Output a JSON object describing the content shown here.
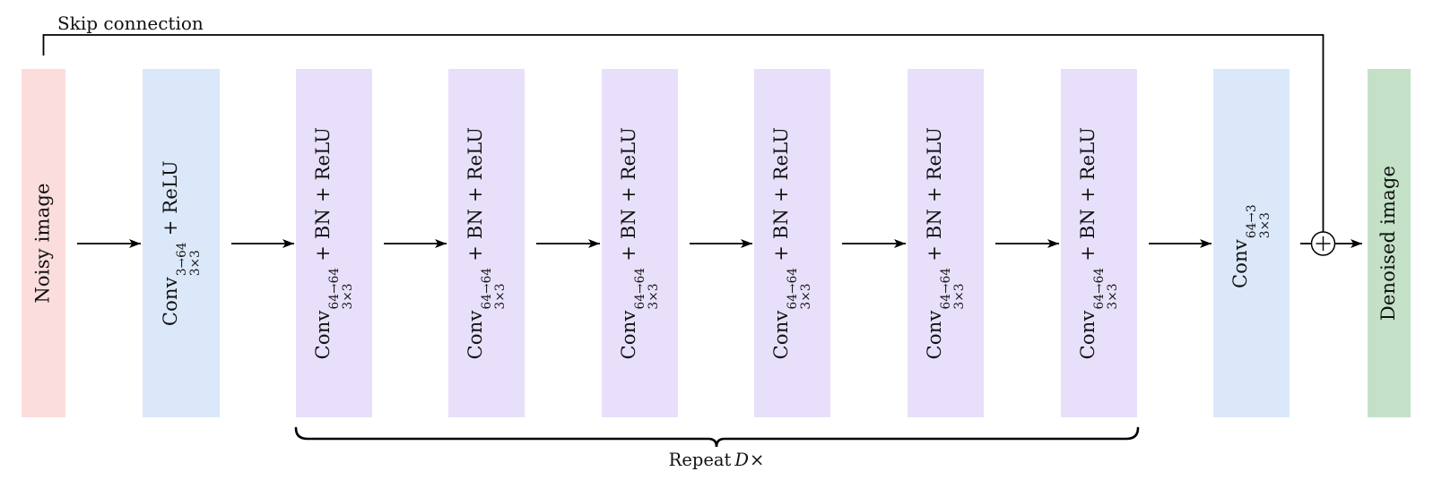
{
  "diagram": {
    "skip_connection_label": "Skip connection",
    "repeat_label": {
      "prefix": "Repeat",
      "variable": "D",
      "times_symbol": "×"
    },
    "adder": {
      "icon": "plus-in-circle-icon",
      "symbol": "+"
    },
    "blocks": [
      {
        "id": "noisy-image",
        "kind": "input",
        "label": "Noisy image",
        "color": "#fbdddd"
      },
      {
        "id": "conv-input",
        "kind": "conv",
        "base": "Conv",
        "sup": "3→64",
        "sub": "3×3",
        "suffix": "+ ReLU",
        "color": "#dbe8fa"
      },
      {
        "id": "conv-hidden-1",
        "kind": "conv",
        "base": "Conv",
        "sup": "64→64",
        "sub": "3×3",
        "suffix": "+ BN + ReLU",
        "color": "#e8e0fa"
      },
      {
        "id": "conv-hidden-2",
        "kind": "conv",
        "base": "Conv",
        "sup": "64→64",
        "sub": "3×3",
        "suffix": "+ BN + ReLU",
        "color": "#e8e0fa"
      },
      {
        "id": "conv-hidden-3",
        "kind": "conv",
        "base": "Conv",
        "sup": "64→64",
        "sub": "3×3",
        "suffix": "+ BN + ReLU",
        "color": "#e8e0fa"
      },
      {
        "id": "conv-hidden-4",
        "kind": "conv",
        "base": "Conv",
        "sup": "64→64",
        "sub": "3×3",
        "suffix": "+ BN + ReLU",
        "color": "#e8e0fa"
      },
      {
        "id": "conv-hidden-5",
        "kind": "conv",
        "base": "Conv",
        "sup": "64→64",
        "sub": "3×3",
        "suffix": "+ BN + ReLU",
        "color": "#e8e0fa"
      },
      {
        "id": "conv-hidden-6",
        "kind": "conv",
        "base": "Conv",
        "sup": "64→64",
        "sub": "3×3",
        "suffix": "+ BN + ReLU",
        "color": "#e8e0fa"
      },
      {
        "id": "conv-output",
        "kind": "conv",
        "base": "Conv",
        "sup": "64→3",
        "sub": "3×3",
        "suffix": "",
        "color": "#dbe8fa"
      },
      {
        "id": "denoised-image",
        "kind": "output",
        "label": "Denoised image",
        "color": "#c4e1c7"
      }
    ],
    "colors": {
      "line": "#000000",
      "background": "#ffffff"
    }
  }
}
